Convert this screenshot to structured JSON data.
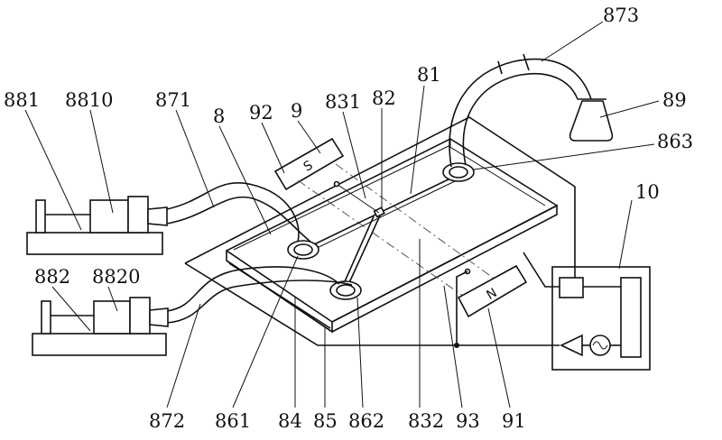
{
  "figure": {
    "labels": {
      "l873": "873",
      "l89": "89",
      "l881": "881",
      "l8810": "8810",
      "l871": "871",
      "l8": "8",
      "l92": "92",
      "l9": "9",
      "l831": "831",
      "l82": "82",
      "l81": "81",
      "l863": "863",
      "l10": "10",
      "l882": "882",
      "l8820": "8820",
      "l872": "872",
      "l861": "861",
      "l84": "84",
      "l85": "85",
      "l862": "862",
      "l832": "832",
      "l93": "93",
      "l91": "91"
    },
    "magnets": {
      "south": "S",
      "north": "N"
    }
  }
}
